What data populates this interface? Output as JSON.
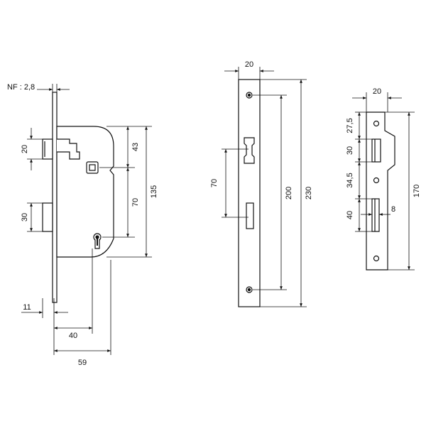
{
  "lock_body": {
    "nf_label": "NF : 2,8",
    "dim_bolt_height": "20",
    "dim_latch_height": "30",
    "dim_face_thickness": "11",
    "dim_backset_keyhole": "40",
    "dim_total_depth": "59",
    "dim_top_to_spindle": "43",
    "dim_spindle_to_keyhole": "70",
    "dim_body_height": "135"
  },
  "faceplate": {
    "dim_width": "20",
    "dim_opening_spacing": "70",
    "dim_screw_spacing": "200",
    "dim_total_height": "230"
  },
  "strike_plate": {
    "dim_width": "20",
    "dim_top": "27,5",
    "dim_upper_opening": "30",
    "dim_middle": "34,5",
    "dim_lower_opening": "40",
    "dim_lower_opening_width": "8",
    "dim_total_height": "170"
  }
}
